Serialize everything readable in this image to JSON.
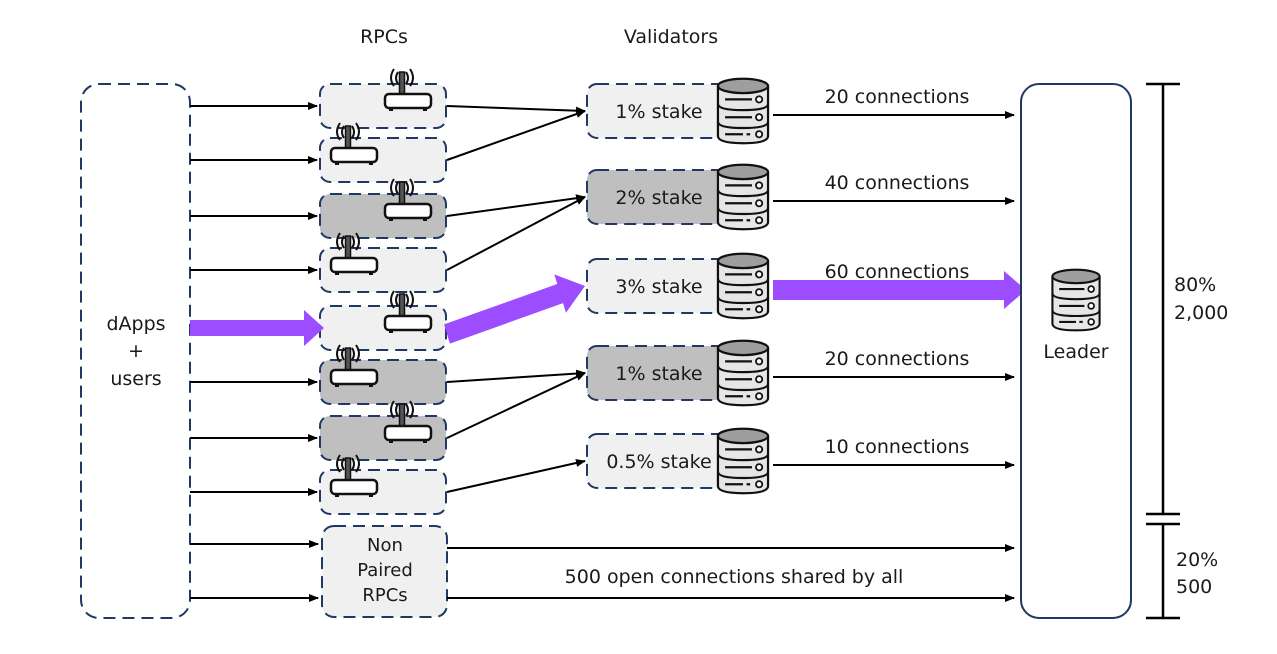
{
  "headers": {
    "rpcs": "RPCs",
    "validators": "Validators"
  },
  "source": {
    "lines": [
      "dApps",
      "+",
      "users"
    ]
  },
  "colors": {
    "accent_purple": "#9b4dff",
    "box_border": "#1f3864",
    "light_fill": "#f0f0f0",
    "dark_fill": "#bfbfbf"
  },
  "rpcs": [
    {
      "icon": "router-icon",
      "shaded": false,
      "validator": 0
    },
    {
      "icon": "router-icon",
      "shaded": false,
      "validator": 0
    },
    {
      "icon": "router-icon",
      "shaded": true,
      "validator": 1
    },
    {
      "icon": "router-icon",
      "shaded": false,
      "validator": 1
    },
    {
      "icon": "router-icon",
      "shaded": false,
      "validator": 2,
      "highlighted": true
    },
    {
      "icon": "router-icon",
      "shaded": true,
      "validator": 3
    },
    {
      "icon": "router-icon",
      "shaded": true,
      "validator": 3
    },
    {
      "icon": "router-icon",
      "shaded": false,
      "validator": 4
    }
  ],
  "validators": [
    {
      "label": "1% stake",
      "shaded": false,
      "connections": "20 connections"
    },
    {
      "label": "2% stake",
      "shaded": true,
      "connections": "40 connections"
    },
    {
      "label": "3% stake",
      "shaded": false,
      "connections": "60 connections",
      "highlighted": true
    },
    {
      "label": "1% stake",
      "shaded": true,
      "connections": "20 connections"
    },
    {
      "label": "0.5% stake",
      "shaded": false,
      "connections": "10 connections"
    }
  ],
  "non_paired": {
    "lines": [
      "Non",
      "Paired",
      "RPCs"
    ],
    "shared_label": "500 open connections shared by all"
  },
  "leader": {
    "label": "Leader",
    "icon": "server-icon"
  },
  "brackets": {
    "staked": {
      "percent": "80%",
      "count": "2,000"
    },
    "open": {
      "percent": "20%",
      "count": "500"
    }
  }
}
